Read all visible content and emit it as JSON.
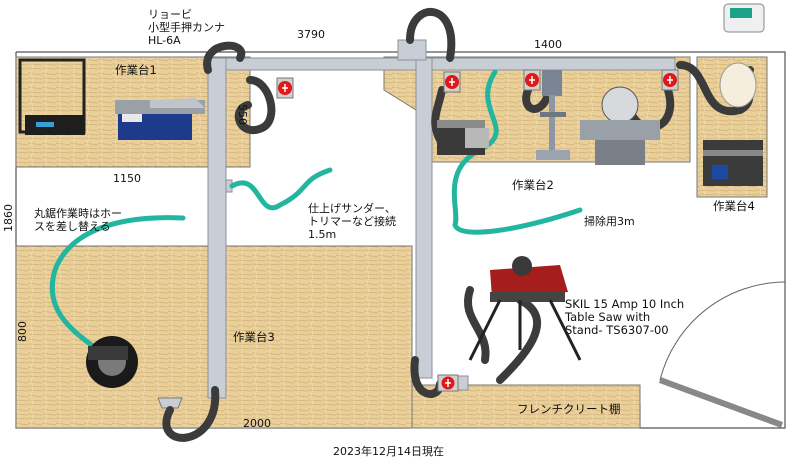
{
  "dimensions": {
    "top_width": "3790",
    "right_width": "1400",
    "bench1_width": "1150",
    "bench1_depth": "550",
    "room_depth": "1860",
    "bench3_depth": "800",
    "bottom_width": "2000"
  },
  "benches": {
    "bench1": "作業台1",
    "bench2": "作業台2",
    "bench3": "作業台3",
    "bench4": "作業台4",
    "french_cleat": "フレンチクリート棚"
  },
  "annotations": {
    "planer": "リョービ\n小型手押カンナ\nHL-6A",
    "sander": "仕上げサンダー、\nトリマーなど接続\n1.5m",
    "circular_saw": "丸鋸作業時はホー\nスを差し替える",
    "cleaning": "掃除用3m",
    "table_saw": "SKIL 15 Amp 10 Inch\nTable Saw with\nStand- TS6307-00",
    "date": "2023年12月14日現在"
  },
  "colors": {
    "wood": "#e9cf9a",
    "duct": "#c9ced6",
    "hose_dark": "#3b3b3b",
    "hose_green": "#22b5a0",
    "gate_valve": "#e01818"
  }
}
